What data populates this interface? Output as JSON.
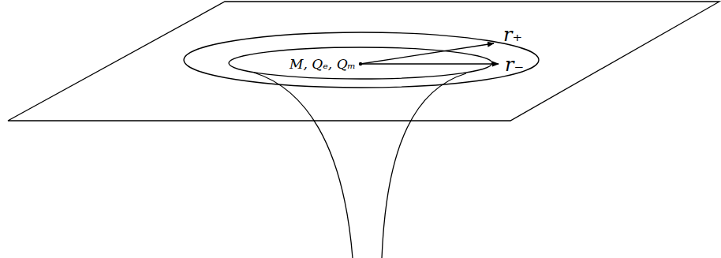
{
  "diagram": {
    "labels": [
      "M, Qₑ, Qₘ",
      "r₊",
      "r₋"
    ]
  }
}
